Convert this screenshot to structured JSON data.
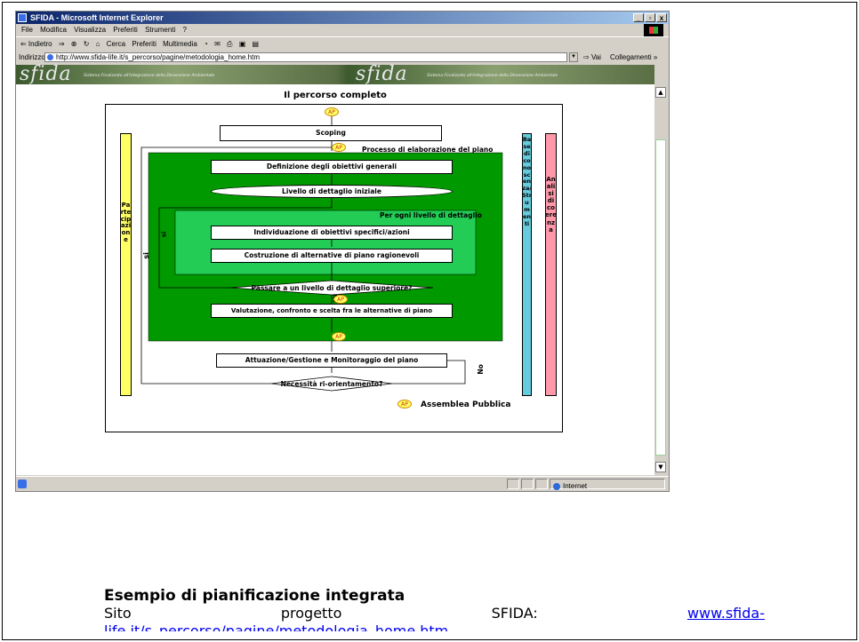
{
  "window": {
    "title": "SFIDA - Microsoft Internet Explorer",
    "controls": [
      "_",
      "▫",
      "x"
    ]
  },
  "menu": [
    "File",
    "Modifica",
    "Visualizza",
    "Preferiti",
    "Strumenti",
    "?"
  ],
  "toolbar": {
    "back": "⇐ Indietro",
    "forward": "⇒",
    "stop": "⊗",
    "refresh": "↻",
    "home": "⌂",
    "search": "Cerca",
    "favorites": "Preferiti",
    "media": "Multimedia",
    "history": "◔",
    "mail": "✉",
    "print": "⎙",
    "edit": "▣",
    "discuss": "▤"
  },
  "address": {
    "label": "Indirizzo",
    "url": "http://www.sfida-life.it/s_percorso/pagine/metodologia_home.htm",
    "go": "Vai",
    "links": "Collegamenti »"
  },
  "banner": {
    "logo": "sfida",
    "subtitle": "Sistema Finalizzato all'Integrazione della Dimensione Ambientale"
  },
  "page": {
    "title": "Il percorso completo"
  },
  "diagram": {
    "ap": "AP",
    "scoping": "Scoping",
    "process_label": "Processo di elaborazione del piano",
    "objectives": "Definizione degli obiettivi generali",
    "initial_level": "Livello di dettaglio iniziale",
    "per_level": "Per ogni livello di dettaglio",
    "specific": "Individuazione di obiettivi specifici/azioni",
    "alternatives": "Costruzione di alternative di piano ragionevoli",
    "pass_level": "Passare a un livello di dettaglio superiore?",
    "evaluation": "Valutazione, confronto e scelta fra le alternative di piano",
    "implementation": "Attuazione/Gestione e Monitoraggio del piano",
    "reorient": "Necessità ri-orientamento?",
    "si": "si",
    "no": "No",
    "left_label": "Partecipazione",
    "center_label": "Base di conoscenza/ Strumenti",
    "right_label": "Analisi di coerenza",
    "legend": "Assemblea Pubblica"
  },
  "status": {
    "zone": "Internet"
  },
  "footer": {
    "title": "Esempio di pianificazione integrata",
    "line_a": "Sito",
    "line_b": "progetto",
    "line_c": "SFIDA:",
    "link_part1": "www.sfida-",
    "link_part2": "life.it/s_percorso/pagine/metodologia_home.htm"
  },
  "colors": {
    "dark_green": "#009900",
    "light_green": "#22cc55",
    "yellow_bar": "#ffff66",
    "cyan_bar": "#66ccdd",
    "pink_bar": "#ff99aa"
  }
}
